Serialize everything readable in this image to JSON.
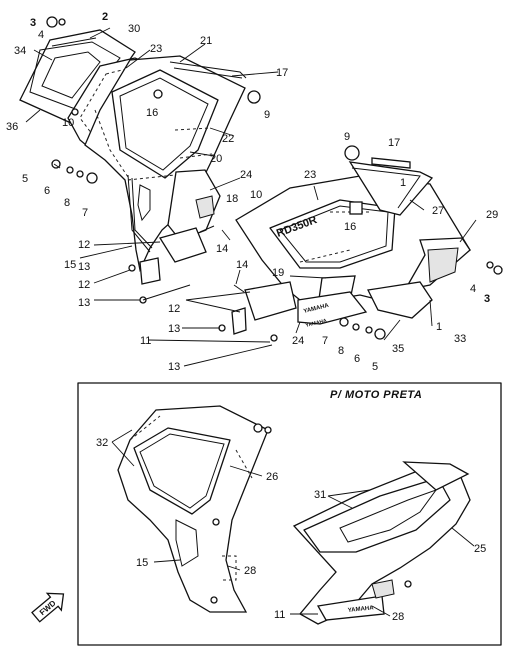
{
  "inset": {
    "title": "P/ MOTO PRETA"
  },
  "decals": {
    "model": "RD350R",
    "brand_upper": "YAMAHA",
    "brand_lower": "YAMAHA",
    "brand_inset": "YAMAHA"
  },
  "badges": {
    "fwd": "FWD"
  },
  "labels": {
    "l2": "2",
    "l3a": "3",
    "l4a": "4",
    "l30": "30",
    "l34": "34",
    "l36": "36",
    "l23a": "23",
    "l21": "21",
    "l17a": "17",
    "l9a": "9",
    "l16a": "16",
    "l22": "22",
    "l20": "20",
    "l10a": "10",
    "l5a": "5",
    "l6a": "6",
    "l8a": "8",
    "l7a": "7",
    "l24a": "24",
    "l18": "18",
    "l12a": "12",
    "l14a": "14",
    "l15a": "15",
    "l13a": "13",
    "l12b": "12",
    "l13b": "13",
    "l9b": "9",
    "l17b": "17",
    "l1a": "1",
    "l23b": "23",
    "l27": "27",
    "l10b": "10",
    "l16b": "16",
    "l29": "29",
    "l19": "19",
    "l14b": "14",
    "l4b": "4",
    "l3b": "3",
    "l1b": "1",
    "l33": "33",
    "l12c": "12",
    "l13c": "13",
    "l11a": "11",
    "l24b": "24",
    "l7b": "7",
    "l8b": "8",
    "l6b": "6",
    "l5b": "5",
    "l35": "35",
    "l13d": "13",
    "l32": "32",
    "l26": "26",
    "l15b": "15",
    "l28a": "28",
    "l31": "31",
    "l25": "25",
    "l11b": "11",
    "l28b": "28"
  }
}
